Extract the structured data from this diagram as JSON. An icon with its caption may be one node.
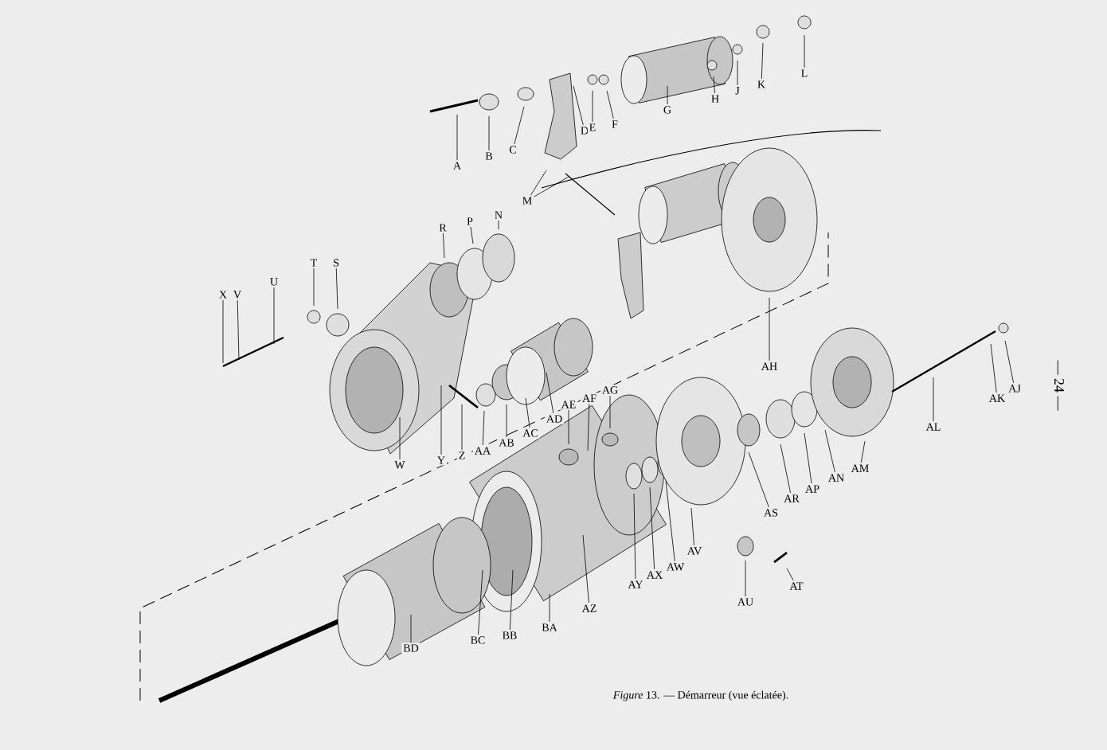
{
  "diagram": {
    "caption": "*Figure* 13. — Démarreur (vue éclatée).",
    "nodes": [
      {
        "text": [
          "A"
        ]
      },
      {
        "text": [
          "B"
        ]
      },
      {
        "text": [
          "C"
        ]
      },
      {
        "text": [
          "D"
        ]
      },
      {
        "text": [
          "E"
        ]
      },
      {
        "text": [
          "F"
        ]
      },
      {
        "text": [
          "G"
        ]
      },
      {
        "text": [
          "H"
        ]
      },
      {
        "text": [
          "J"
        ]
      },
      {
        "text": [
          "K"
        ]
      },
      {
        "text": [
          "L"
        ]
      },
      {
        "text": [
          "M"
        ]
      },
      {
        "text": [
          "X"
        ]
      },
      {
        "text": [
          "V"
        ]
      },
      {
        "text": [
          "U"
        ]
      },
      {
        "text": [
          "T"
        ]
      },
      {
        "text": [
          "S"
        ]
      },
      {
        "text": [
          "R"
        ]
      },
      {
        "text": [
          "P"
        ]
      },
      {
        "text": [
          "N"
        ]
      },
      {
        "text": [
          "W"
        ]
      },
      {
        "text": [
          "Y"
        ]
      },
      {
        "text": [
          "Z"
        ]
      },
      {
        "text": [
          "AA"
        ]
      },
      {
        "text": [
          "AB"
        ]
      },
      {
        "text": [
          "AC"
        ]
      },
      {
        "text": [
          "AD"
        ]
      },
      {
        "text": [
          "AE"
        ]
      },
      {
        "text": [
          "AF"
        ]
      },
      {
        "text": [
          "AG"
        ]
      },
      {
        "text": [
          "AH"
        ]
      },
      {
        "text": [
          "AJ"
        ]
      },
      {
        "text": [
          "AK"
        ]
      },
      {
        "text": [
          "AL"
        ]
      },
      {
        "text": [
          "AM"
        ]
      },
      {
        "text": [
          "AN"
        ]
      },
      {
        "text": [
          "AP"
        ]
      },
      {
        "text": [
          "AR"
        ]
      },
      {
        "text": [
          "AS"
        ]
      },
      {
        "text": [
          "AT"
        ]
      },
      {
        "text": [
          "AU"
        ]
      },
      {
        "text": [
          "AV"
        ]
      },
      {
        "text": [
          "AW"
        ]
      },
      {
        "text": [
          "AX"
        ]
      },
      {
        "text": [
          "AY"
        ]
      },
      {
        "text": [
          "AZ"
        ]
      },
      {
        "text": [
          "BA"
        ]
      },
      {
        "text": [
          "BB"
        ]
      },
      {
        "text": [
          "BC"
        ]
      },
      {
        "text": [
          "BD"
        ]
      }
    ],
    "edges": [
      {
        "from": 0,
        "to": null,
        "arrow": "none"
      },
      {
        "from": 1,
        "to": null,
        "arrow": "none"
      },
      {
        "from": 2,
        "to": null,
        "arrow": "none"
      },
      {
        "from": 3,
        "to": null,
        "arrow": "none"
      },
      {
        "from": 4,
        "to": null,
        "arrow": "none"
      },
      {
        "from": 5,
        "to": null,
        "arrow": "none"
      },
      {
        "from": 6,
        "to": null,
        "arrow": "none"
      },
      {
        "from": 7,
        "to": null,
        "arrow": "none"
      },
      {
        "from": 8,
        "to": null,
        "arrow": "none"
      },
      {
        "from": 9,
        "to": null,
        "arrow": "none"
      },
      {
        "from": 10,
        "to": null,
        "arrow": "none"
      },
      {
        "from": 11,
        "to": null,
        "arrow": "none"
      },
      {
        "from": 11,
        "to": null,
        "arrow": "none"
      },
      {
        "from": 12,
        "to": null,
        "arrow": "none"
      },
      {
        "from": 13,
        "to": null,
        "arrow": "none"
      },
      {
        "from": 14,
        "to": null,
        "arrow": "none"
      },
      {
        "from": 15,
        "to": null,
        "arrow": "none"
      },
      {
        "from": 16,
        "to": null,
        "arrow": "none"
      },
      {
        "from": 17,
        "to": null,
        "arrow": "none"
      },
      {
        "from": 18,
        "to": null,
        "arrow": "none"
      },
      {
        "from": 19,
        "to": null,
        "arrow": "none"
      },
      {
        "from": 20,
        "to": null,
        "arrow": "none"
      },
      {
        "from": 21,
        "to": null,
        "arrow": "none"
      },
      {
        "from": 22,
        "to": null,
        "arrow": "none"
      },
      {
        "from": 23,
        "to": null,
        "arrow": "none"
      },
      {
        "from": 24,
        "to": null,
        "arrow": "none"
      },
      {
        "from": 25,
        "to": null,
        "arrow": "none"
      },
      {
        "from": 26,
        "to": null,
        "arrow": "none"
      },
      {
        "from": 27,
        "to": null,
        "arrow": "none"
      },
      {
        "from": 28,
        "to": null,
        "arrow": "none"
      },
      {
        "from": 29,
        "to": null,
        "arrow": "none"
      },
      {
        "from": 30,
        "to": null,
        "arrow": "none"
      },
      {
        "from": 31,
        "to": null,
        "arrow": "none"
      },
      {
        "from": 32,
        "to": null,
        "arrow": "none"
      },
      {
        "from": 33,
        "to": null,
        "arrow": "none"
      },
      {
        "from": 34,
        "to": null,
        "arrow": "none"
      },
      {
        "from": 35,
        "to": null,
        "arrow": "none"
      },
      {
        "from": 36,
        "to": null,
        "arrow": "none"
      },
      {
        "from": 37,
        "to": null,
        "arrow": "none"
      },
      {
        "from": 38,
        "to": null,
        "arrow": "none"
      },
      {
        "from": 39,
        "to": null,
        "arrow": "none"
      },
      {
        "from": 40,
        "to": null,
        "arrow": "none"
      },
      {
        "from": 41,
        "to": null,
        "arrow": "none"
      },
      {
        "from": 42,
        "to": null,
        "arrow": "none"
      },
      {
        "from": 43,
        "to": null,
        "arrow": "none"
      },
      {
        "from": 44,
        "to": null,
        "arrow": "none"
      },
      {
        "from": 45,
        "to": null,
        "arrow": "none"
      },
      {
        "from": 46,
        "to": null,
        "arrow": "none"
      },
      {
        "from": 47,
        "to": null,
        "arrow": "none"
      },
      {
        "from": 48,
        "to": null,
        "arrow": "none"
      },
      {
        "from": 49,
        "to": null,
        "arrow": "none"
      }
    ],
    "labels": [
      "— 24 —"
    ]
  }
}
